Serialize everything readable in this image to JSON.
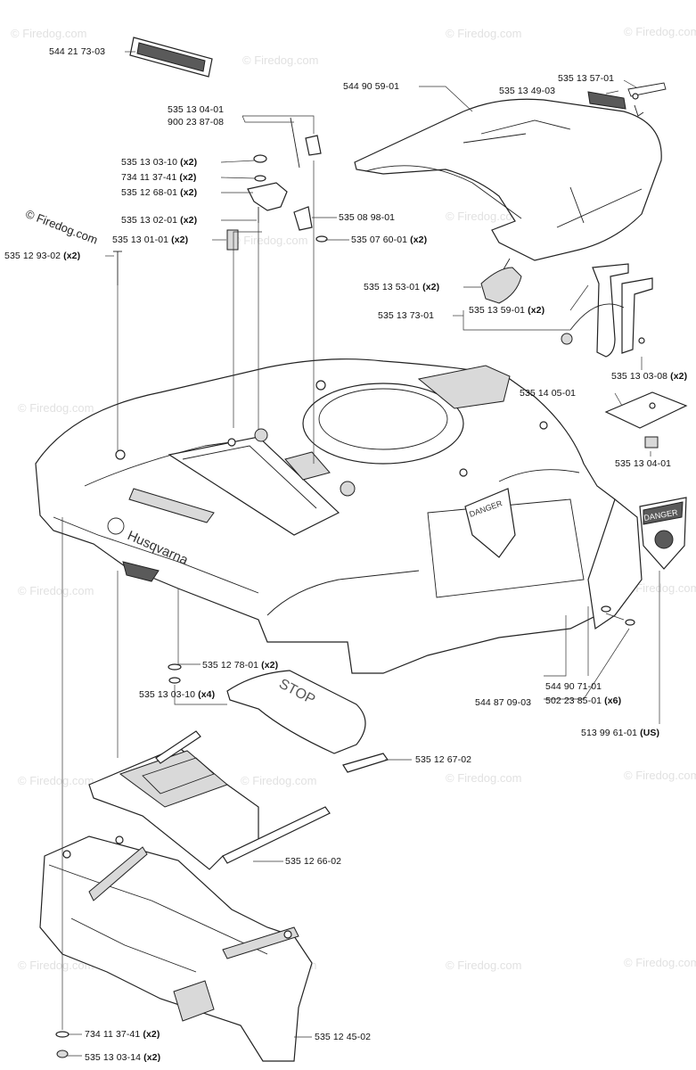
{
  "brand_mark": "Husqvarna",
  "copyright": "© Firedog.com",
  "watermark": "© Firedog.com",
  "decals": {
    "danger": "DANGER",
    "stop": "STOP"
  },
  "labels": [
    {
      "id": "l01",
      "pn": "544 21 73-03",
      "qty": ""
    },
    {
      "id": "l02",
      "pn": "544 90 59-01",
      "qty": ""
    },
    {
      "id": "l03",
      "pn": "535 13 57-01",
      "qty": ""
    },
    {
      "id": "l04",
      "pn": "535 13 49-03",
      "qty": ""
    },
    {
      "id": "l05",
      "pn": "535 13 04-01",
      "qty": ""
    },
    {
      "id": "l06",
      "pn": "900 23 87-08",
      "qty": ""
    },
    {
      "id": "l07",
      "pn": "535 13 03-10",
      "qty": "(x2)"
    },
    {
      "id": "l08",
      "pn": "734 11 37-41",
      "qty": "(x2)"
    },
    {
      "id": "l09",
      "pn": "535 12 68-01",
      "qty": "(x2)"
    },
    {
      "id": "l10",
      "pn": "535 13 02-01",
      "qty": "(x2)"
    },
    {
      "id": "l11",
      "pn": "535 08 98-01",
      "qty": ""
    },
    {
      "id": "l12",
      "pn": "535 13 01-01",
      "qty": "(x2)"
    },
    {
      "id": "l13",
      "pn": "535 07 60-01",
      "qty": "(x2)"
    },
    {
      "id": "l14",
      "pn": "535 12 93-02",
      "qty": "(x2)"
    },
    {
      "id": "l15",
      "pn": "535 13 53-01",
      "qty": "(x2)"
    },
    {
      "id": "l16",
      "pn": "535 13 59-01",
      "qty": "(x2)"
    },
    {
      "id": "l17",
      "pn": "535 13 73-01",
      "qty": ""
    },
    {
      "id": "l18",
      "pn": "535 13 03-08",
      "qty": "(x2)"
    },
    {
      "id": "l19",
      "pn": "535 14 05-01",
      "qty": ""
    },
    {
      "id": "l20",
      "pn": "535 13 04-01",
      "qty": ""
    },
    {
      "id": "l21",
      "pn": "535 12 78-01",
      "qty": "(x2)"
    },
    {
      "id": "l22",
      "pn": "535 13 03-10",
      "qty": "(x4)"
    },
    {
      "id": "l23",
      "pn": "544 90 71-01",
      "qty": ""
    },
    {
      "id": "l24",
      "pn": "544 87 09-03",
      "qty": ""
    },
    {
      "id": "l25",
      "pn": "502 23 85-01",
      "qty": "(x6)"
    },
    {
      "id": "l26",
      "pn": "513 99 61-01",
      "qty": "(US)"
    },
    {
      "id": "l27",
      "pn": "535 12 67-02",
      "qty": ""
    },
    {
      "id": "l28",
      "pn": "535 12 66-02",
      "qty": ""
    },
    {
      "id": "l29",
      "pn": "535 12 45-02",
      "qty": ""
    },
    {
      "id": "l30",
      "pn": "734 11 37-41",
      "qty": "(x2)"
    },
    {
      "id": "l31",
      "pn": "535 13 03-14",
      "qty": "(x2)"
    }
  ]
}
